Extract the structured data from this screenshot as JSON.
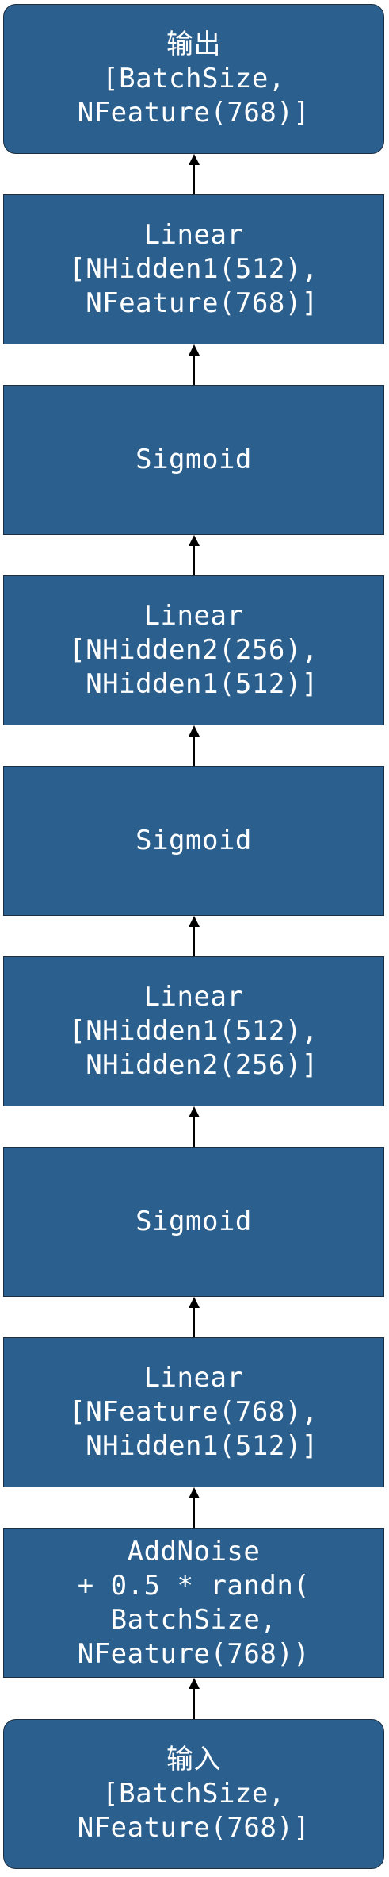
{
  "diagram": {
    "nodes": [
      {
        "id": "output",
        "text": "输出\n[BatchSize,\nNFeature(768)]"
      },
      {
        "id": "linear4",
        "text": "Linear\n[NHidden1(512),\n NFeature(768)]"
      },
      {
        "id": "sigmoid3",
        "text": "Sigmoid"
      },
      {
        "id": "linear3",
        "text": "Linear\n[NHidden2(256),\n NHidden1(512)]"
      },
      {
        "id": "sigmoid2",
        "text": "Sigmoid"
      },
      {
        "id": "linear2",
        "text": "Linear\n[NHidden1(512),\n NHidden2(256)]"
      },
      {
        "id": "sigmoid1",
        "text": "Sigmoid"
      },
      {
        "id": "linear1",
        "text": "Linear\n[NFeature(768),\n NHidden1(512)]"
      },
      {
        "id": "addnoise",
        "text": "AddNoise\n+ 0.5 * randn(\nBatchSize,\nNFeature(768))"
      },
      {
        "id": "input",
        "text": "输入\n[BatchSize,\nNFeature(768)]"
      }
    ]
  }
}
